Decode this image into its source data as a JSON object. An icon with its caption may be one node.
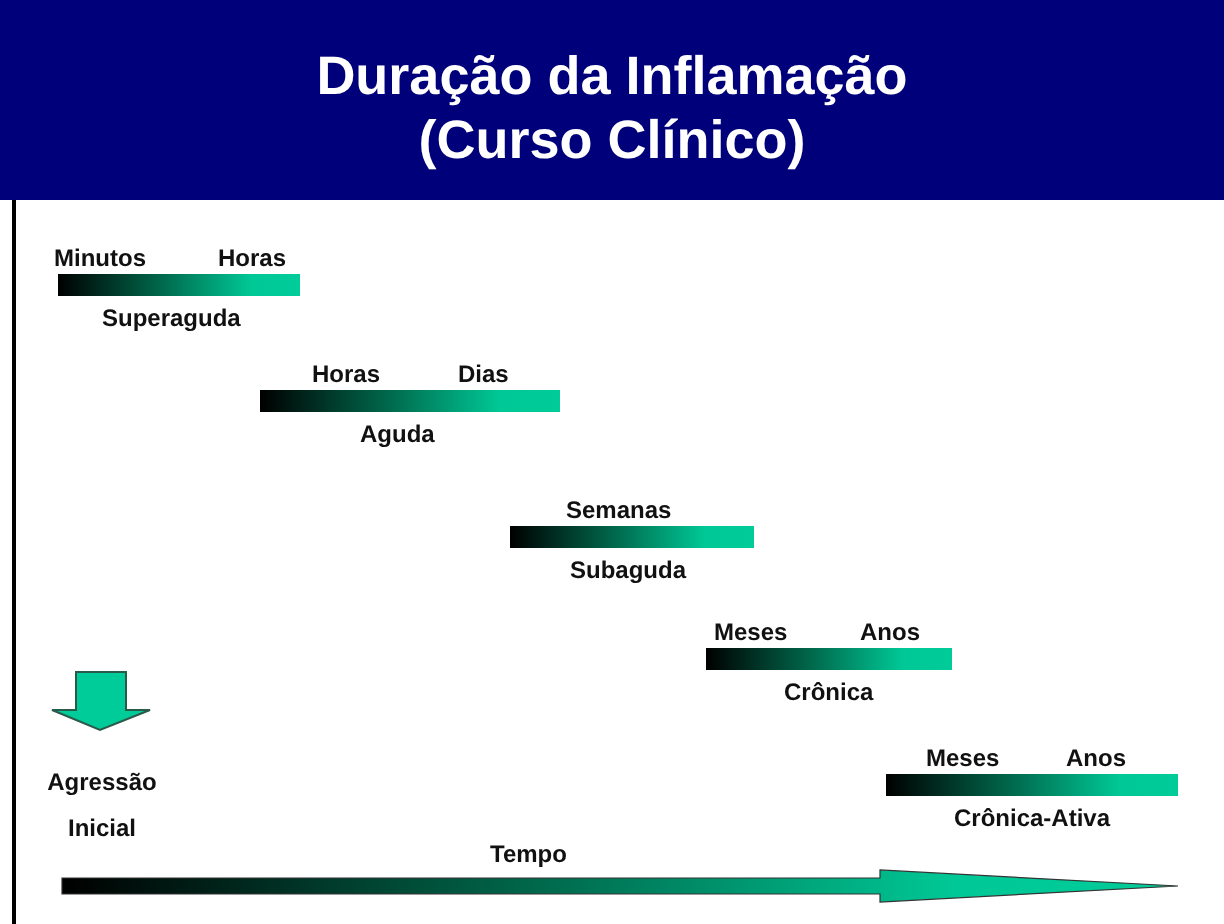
{
  "diagram": {
    "title": "Duração da Inflamação (Curso Clínico)",
    "nodes": [
      {
        "text": [],
        "shape": "bar",
        "beside": [
          "Minutos",
          "Horas",
          "Superaguda"
        ]
      },
      {
        "text": [],
        "shape": "bar",
        "beside": [
          "Horas",
          "Dias",
          "Aguda"
        ]
      },
      {
        "text": [],
        "shape": "bar",
        "beside": [
          "Semanas",
          "Subaguda"
        ]
      },
      {
        "text": [],
        "shape": "bar",
        "beside": [
          "Meses",
          "Anos",
          "Crônica"
        ]
      },
      {
        "text": [],
        "shape": "bar",
        "beside": [
          "Meses",
          "Anos",
          "Crônica-Ativa"
        ]
      }
    ],
    "labels": [
      "Agressão Inicial",
      "Tempo"
    ]
  }
}
